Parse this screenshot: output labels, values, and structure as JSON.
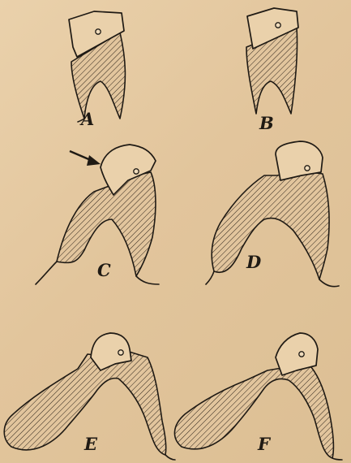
{
  "panels": [
    {
      "label": "A"
    },
    {
      "label": "B"
    },
    {
      "label": "C"
    },
    {
      "label": "D"
    },
    {
      "label": "E"
    },
    {
      "label": "F"
    }
  ],
  "colors": {
    "paper": "#e5c9a2",
    "ink": "#1f1a14"
  }
}
